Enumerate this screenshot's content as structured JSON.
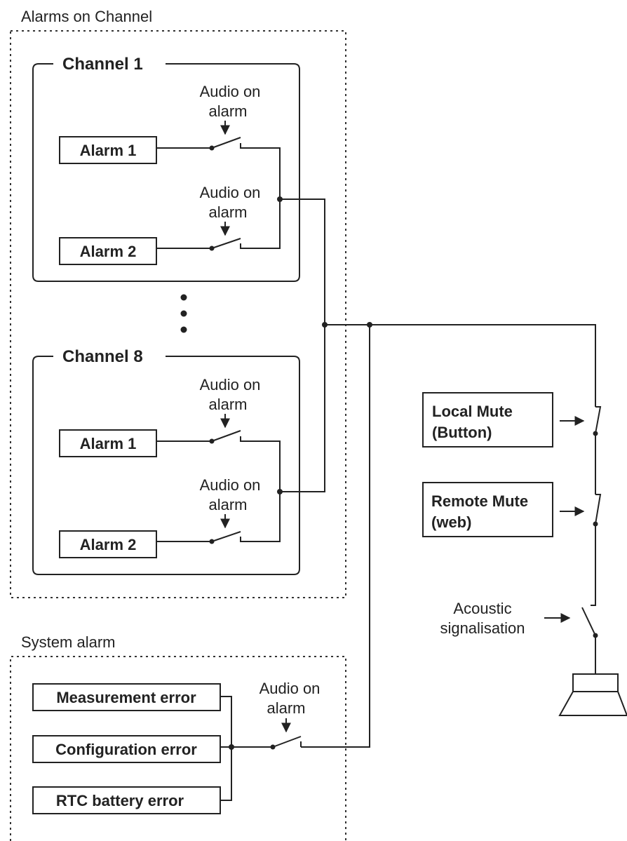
{
  "groups": {
    "channel_group_label": "Alarms on Channel",
    "system_group_label": "System alarm"
  },
  "channels": [
    {
      "title": "Channel 1",
      "alarms": [
        "Alarm 1",
        "Alarm 2"
      ]
    },
    {
      "title": "Channel 8",
      "alarms": [
        "Alarm 1",
        "Alarm 2"
      ]
    }
  ],
  "switch_label": [
    "Audio on",
    "alarm"
  ],
  "system_alarms": [
    "Measurement error",
    "Configuration error",
    "RTC battery error"
  ],
  "mutes": {
    "local": [
      "Local Mute",
      "(Button)"
    ],
    "remote": [
      "Remote Mute",
      "(web)"
    ]
  },
  "acoustic": [
    "Acoustic",
    "signalisation"
  ]
}
